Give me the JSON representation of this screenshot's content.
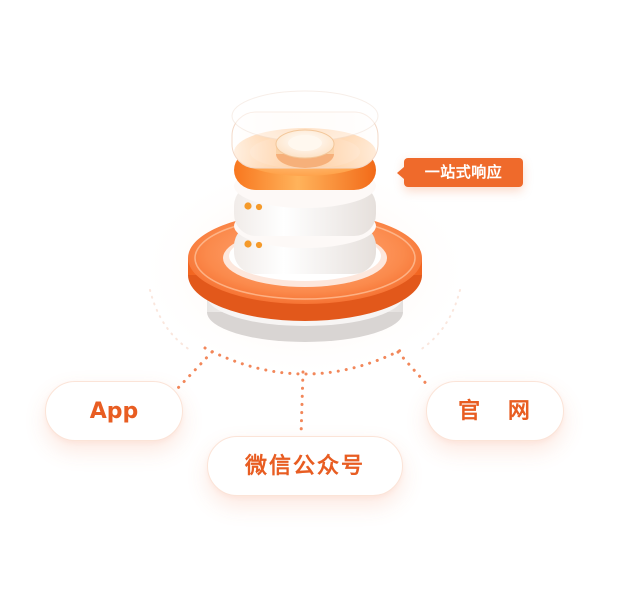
{
  "callout": {
    "label": "一站式响应"
  },
  "channels": [
    {
      "label": "App"
    },
    {
      "label": "微信公众号"
    },
    {
      "label": "官 网"
    }
  ],
  "colors": {
    "accent": "#ef6a2b",
    "accent_text": "#e85d22",
    "ring_orange": "#f97a3c",
    "dotted_line": "#f2875a"
  },
  "icons": {
    "hub": "server-stack-icon"
  }
}
